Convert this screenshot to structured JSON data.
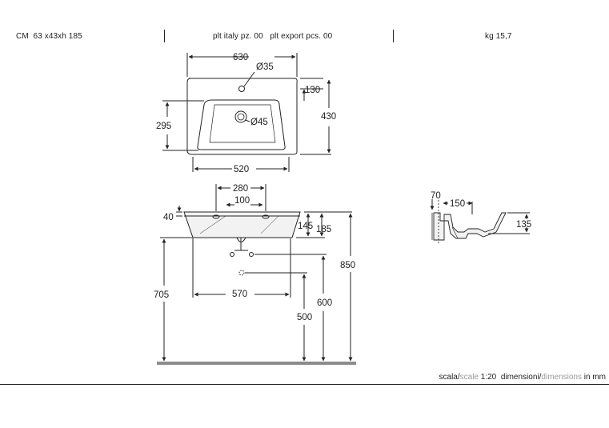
{
  "header": {
    "model_code": "CM",
    "model_size": "63 x43xh 185",
    "pallet_italy": "plt italy pz. 00",
    "pallet_export": "plt export pcs. 00",
    "weight": "kg 15,7"
  },
  "top_view": {
    "width": "630",
    "tap_hole": "Ø35",
    "tap_offset": "130",
    "depth": "430",
    "inner_depth": "295",
    "drain": "Ø45",
    "inner_width": "520"
  },
  "front_view": {
    "fixing_span": "280",
    "fixing_offset": "100",
    "rim_offset": "40",
    "bowl_depth": "145",
    "height": "185",
    "total_height": "850",
    "floor_height": "705",
    "pipe_span": "570",
    "supply_height": "600",
    "drain_height": "500"
  },
  "side_view": {
    "wall_gap": "70",
    "drain_offset": "150",
    "basin_depth": "135"
  },
  "footer": {
    "scale_it": "scala/",
    "scale_en": "scale",
    "scale_value": " 1:20 ",
    "dims_it": "dimensioni/",
    "dims_en": "dimensions",
    "unit": " in mm"
  },
  "colors": {
    "line": "#222222",
    "floor": "#8c8c8c",
    "muted_text": "#9a9a9a",
    "fill": "#f0f0f0"
  }
}
